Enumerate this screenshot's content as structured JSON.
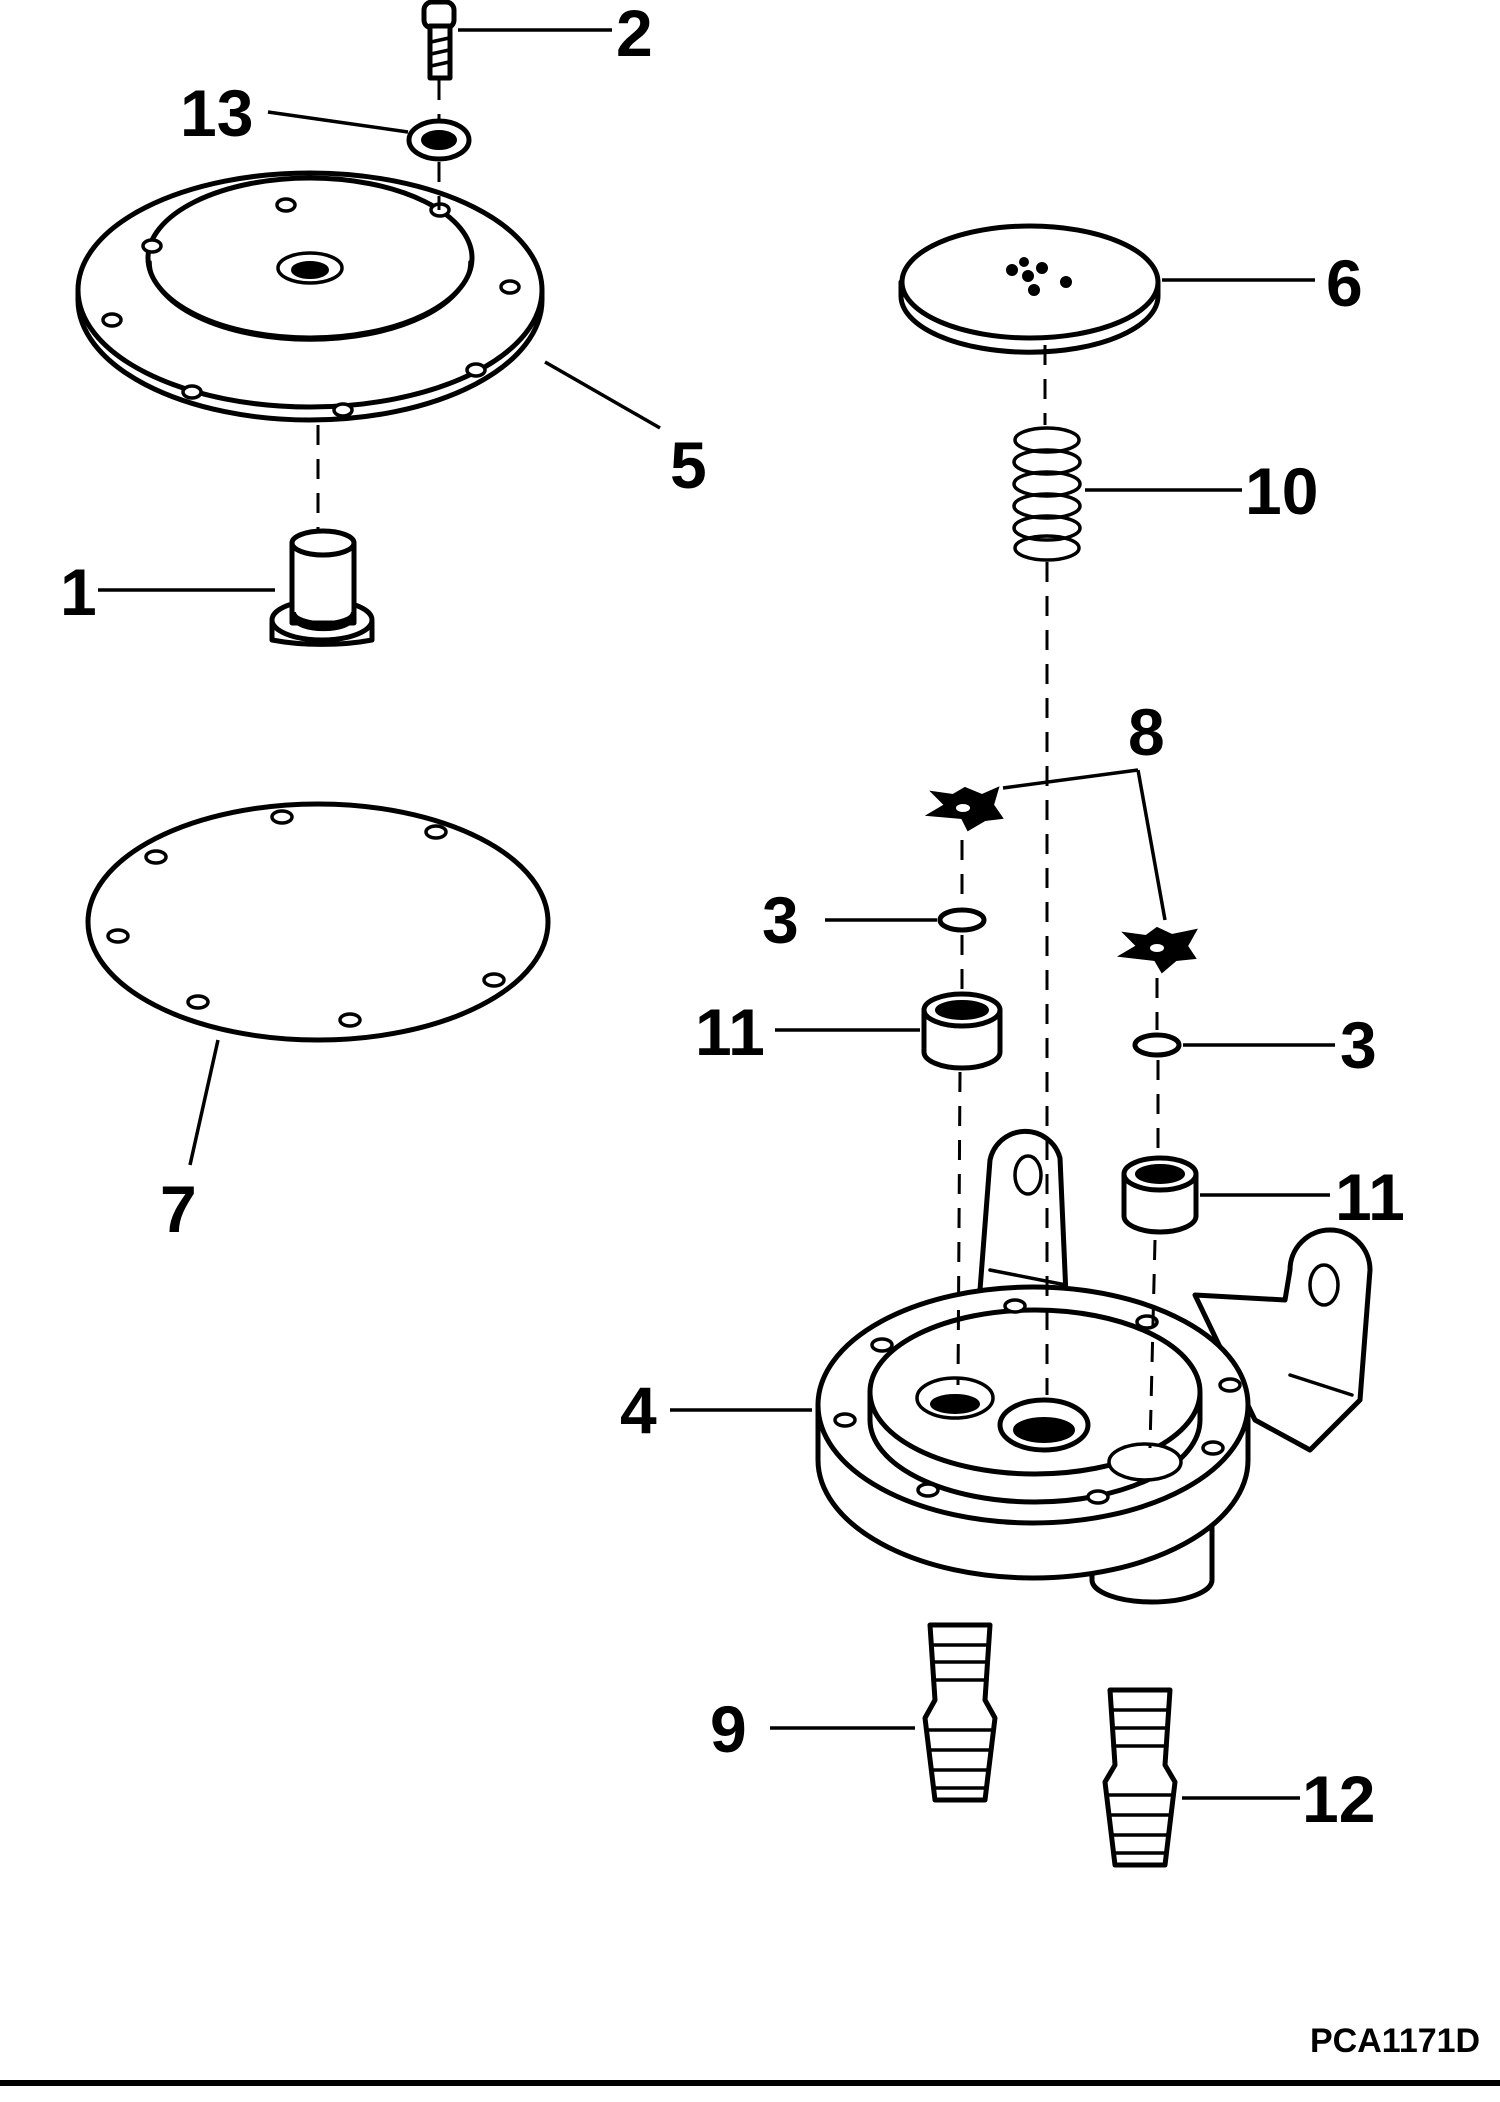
{
  "callouts": {
    "c1": "1",
    "c2": "2",
    "c3a": "3",
    "c3b": "3",
    "c4": "4",
    "c5": "5",
    "c6": "6",
    "c7": "7",
    "c8": "8",
    "c9": "9",
    "c10": "10",
    "c11a": "11",
    "c11b": "11",
    "c12": "12",
    "c13": "13"
  },
  "figure_code": "PCA1171D",
  "colors": {
    "ink": "#000000",
    "paper": "#ffffff"
  }
}
